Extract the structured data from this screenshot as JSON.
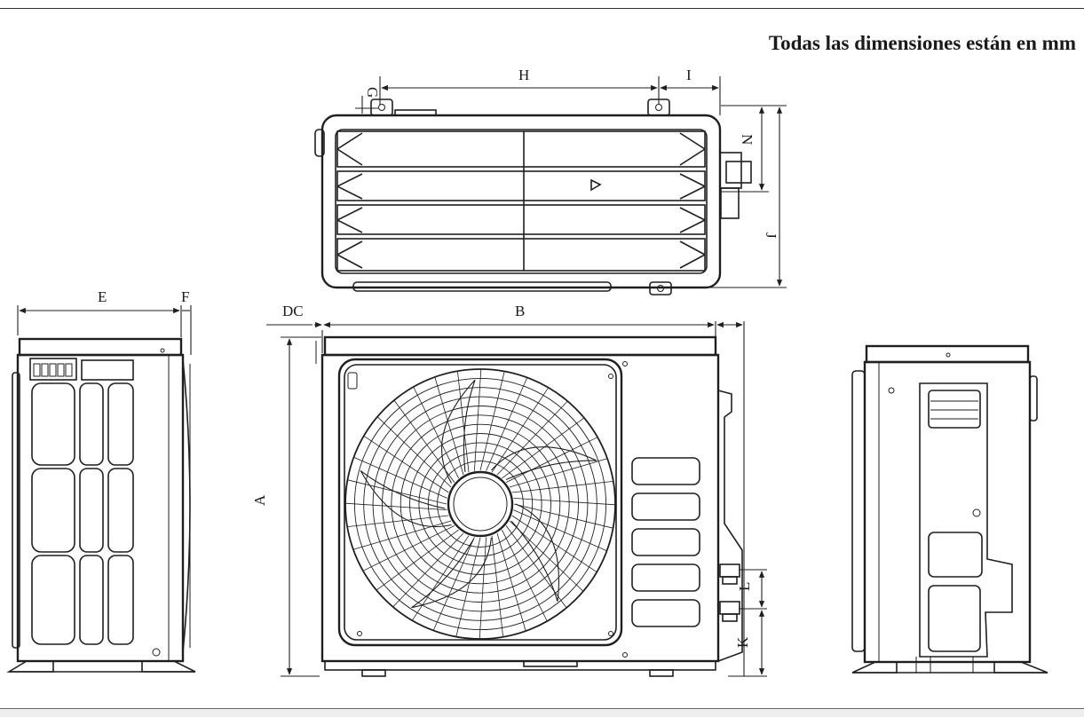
{
  "note": "Todas las dimensiones están en mm",
  "labels": {
    "A": "A",
    "B": "B",
    "DC": "DC",
    "E": "E",
    "F": "F",
    "G": "G",
    "H": "H",
    "I": "I",
    "J": "J",
    "K": "K",
    "L": "L",
    "N": "N"
  },
  "fan": {
    "rings": 11,
    "blades": 5,
    "spokes": 36
  },
  "colors": {
    "line": "#1f1f1f",
    "paper": "#ffffff"
  }
}
